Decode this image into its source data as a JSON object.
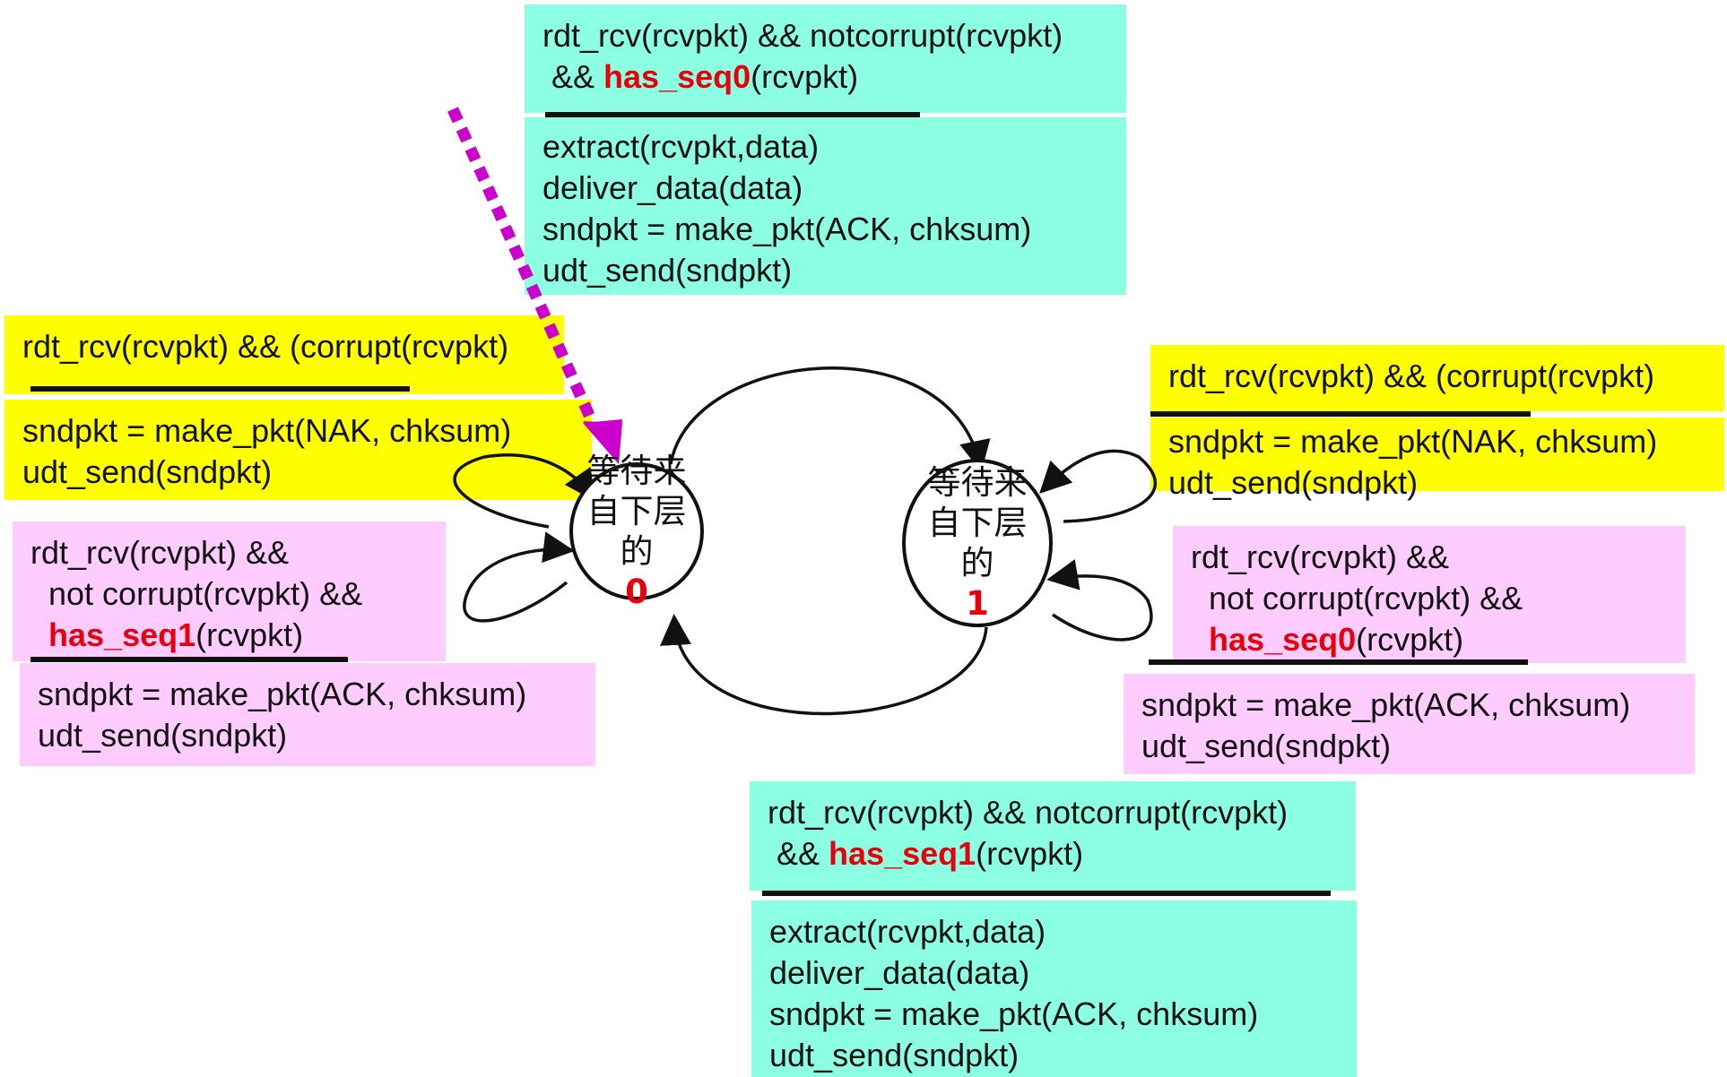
{
  "states": {
    "s0": {
      "line1": "等待来",
      "line2": "自下层",
      "line3": "的",
      "num": "0"
    },
    "s1": {
      "line1": "等待来",
      "line2": "自下层",
      "line3": "的",
      "num": "1"
    }
  },
  "top_transition": {
    "cond_line1": "rdt_rcv(rcvpkt) && notcorrupt(rcvpkt)",
    "cond_line2_pre": " && ",
    "cond_line2_kw": "has_seq0",
    "cond_line2_post": "(rcvpkt)",
    "actions": [
      "extract(rcvpkt,data)",
      "deliver_data(data)",
      "sndpkt = make_pkt(ACK, chksum)",
      "udt_send(sndpkt)"
    ]
  },
  "bottom_transition": {
    "cond_line1": "rdt_rcv(rcvpkt) && notcorrupt(rcvpkt)",
    "cond_line2_pre": " && ",
    "cond_line2_kw": "has_seq1",
    "cond_line2_post": "(rcvpkt)",
    "actions": [
      "extract(rcvpkt,data)",
      "deliver_data(data)",
      "sndpkt = make_pkt(ACK, chksum)",
      "udt_send(sndpkt)"
    ]
  },
  "left_corrupt": {
    "cond": "rdt_rcv(rcvpkt) && (corrupt(rcvpkt)",
    "actions": [
      "sndpkt = make_pkt(NAK, chksum)",
      "udt_send(sndpkt)"
    ]
  },
  "right_corrupt": {
    "cond": "rdt_rcv(rcvpkt) && (corrupt(rcvpkt)",
    "actions": [
      "sndpkt = make_pkt(NAK, chksum)",
      "udt_send(sndpkt)"
    ]
  },
  "left_dup": {
    "cond_line1": "rdt_rcv(rcvpkt) &&",
    "cond_line2": "  not corrupt(rcvpkt) &&",
    "cond_line3_pre": "  ",
    "cond_line3_kw": "has_seq1",
    "cond_line3_post": "(rcvpkt)",
    "actions": [
      "sndpkt = make_pkt(ACK, chksum)",
      "udt_send(sndpkt)"
    ]
  },
  "right_dup": {
    "cond_line1": "rdt_rcv(rcvpkt) &&",
    "cond_line2": "  not corrupt(rcvpkt) &&",
    "cond_line3_pre": "  ",
    "cond_line3_kw": "has_seq0",
    "cond_line3_post": "(rcvpkt)",
    "actions": [
      "sndpkt = make_pkt(ACK, chksum)",
      "udt_send(sndpkt)"
    ]
  },
  "colors": {
    "cyan": "#8cffe3",
    "yellow": "#ffff00",
    "pink": "#ffccff",
    "keyword_red": "#e8000b",
    "initial_arrow": "#cc00cc"
  }
}
